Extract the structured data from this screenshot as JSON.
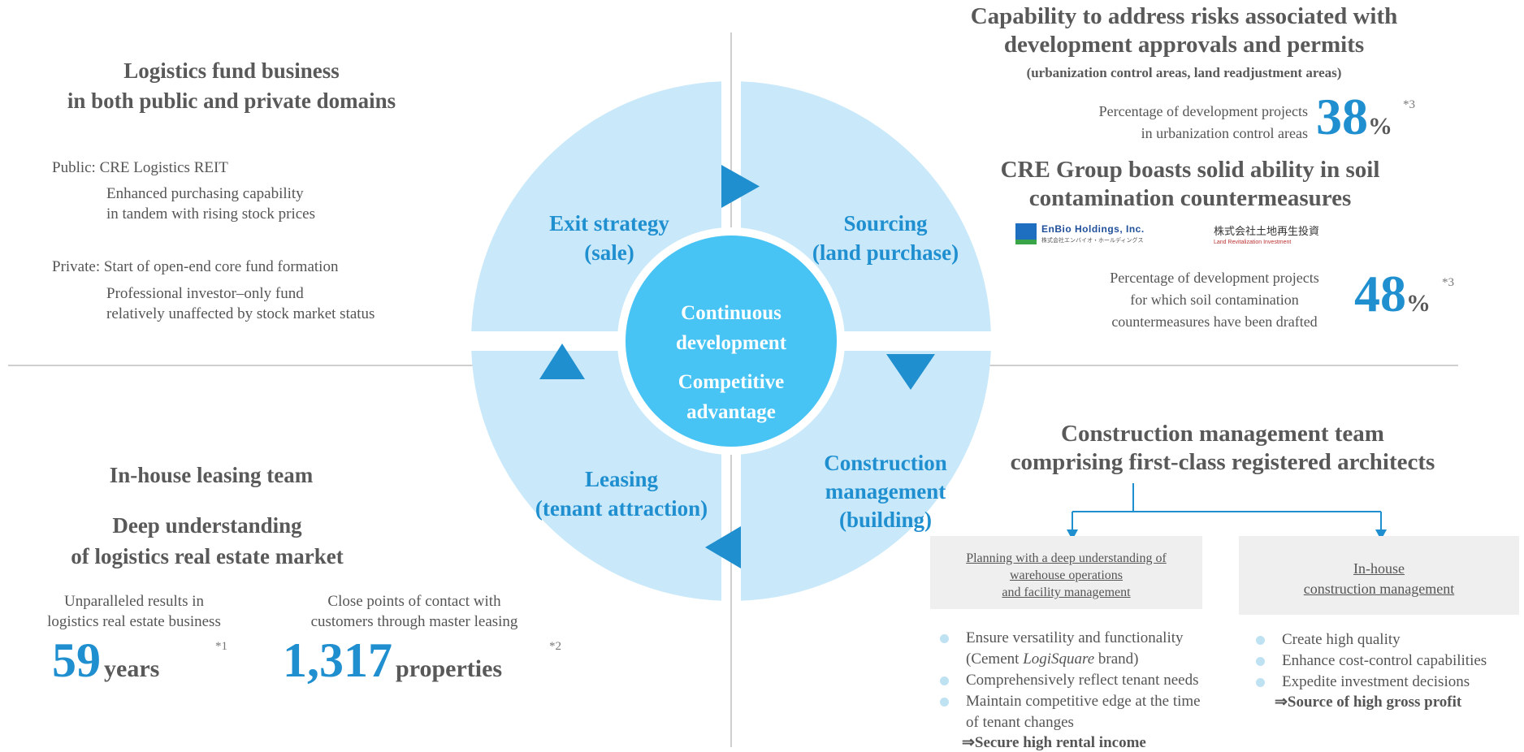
{
  "colors": {
    "blue": "#1f8fd0",
    "light_blue": "#c9e9fa",
    "center_blue": "#47c3f4",
    "gray_line": "#cfcfcf",
    "box_gray": "#efefef"
  },
  "cycle": {
    "quadrants": {
      "exit": [
        "Exit strategy",
        "(sale)"
      ],
      "sourcing": [
        "Sourcing",
        "(land purchase)"
      ],
      "leasing": [
        "Leasing",
        "(tenant attraction)"
      ],
      "construction": [
        "Construction",
        "management",
        "(building)"
      ]
    },
    "center": [
      "Continuous",
      "development",
      "Competitive",
      "advantage"
    ]
  },
  "top_left": {
    "title": [
      "Logistics fund business",
      "in both public and private domains"
    ],
    "public_label": "Public: CRE Logistics REIT",
    "public_desc": [
      "Enhanced purchasing capability",
      "in tandem with rising stock prices"
    ],
    "private_label": "Private: Start of open-end core fund formation",
    "private_desc": [
      "Professional investor–only fund",
      "relatively unaffected by stock market status"
    ]
  },
  "top_right": {
    "title": [
      "Capability to address risks associated with",
      "development approvals and permits"
    ],
    "subtitle": "(urbanization control areas, land readjustment areas)",
    "stat1_label": [
      "Percentage of development projects",
      "in urbanization control areas"
    ],
    "stat1_value": "38",
    "stat1_unit": "%",
    "stat1_note": "*3",
    "title2": [
      "CRE Group boasts solid ability in soil",
      "contamination countermeasures"
    ],
    "logo1_text": "EnBio Holdings, Inc.",
    "logo1_sub": "株式会社エンバイオ・ホールディングス",
    "logo2_text": "株式会社土地再生投資",
    "logo2_sub": "Land Revitalization Investment",
    "stat2_label": [
      "Percentage of development projects",
      "for which soil contamination",
      "countermeasures have been drafted"
    ],
    "stat2_value": "48",
    "stat2_unit": "%",
    "stat2_note": "*3"
  },
  "bottom_left": {
    "title1": "In-house leasing team",
    "title2": [
      "Deep understanding",
      "of logistics real estate market"
    ],
    "stat1_label": [
      "Unparalleled results in",
      "logistics real estate business"
    ],
    "stat1_value": "59",
    "stat1_unit": "years",
    "stat1_note": "*1",
    "stat2_label": [
      "Close points of contact with",
      "customers through master leasing"
    ],
    "stat2_value": "1,317",
    "stat2_unit": "properties",
    "stat2_note": "*2"
  },
  "bottom_right": {
    "title": [
      "Construction management team",
      "comprising first-class registered architects"
    ],
    "box1": [
      "Planning with a deep understanding of",
      "warehouse operations",
      "and facility management"
    ],
    "box2": [
      "In-house",
      "construction management"
    ],
    "list1": [
      "Ensure versatility and functionality",
      "(Cement ",
      "LogiSquare",
      " brand)",
      "Comprehensively reflect tenant needs",
      "Maintain competitive edge at the time",
      "of tenant changes"
    ],
    "conclusion1": "⇒Secure high rental income",
    "list2": [
      "Create high quality",
      "Enhance cost-control capabilities",
      "Expedite investment decisions"
    ],
    "conclusion2": "⇒Source of high gross profit"
  }
}
